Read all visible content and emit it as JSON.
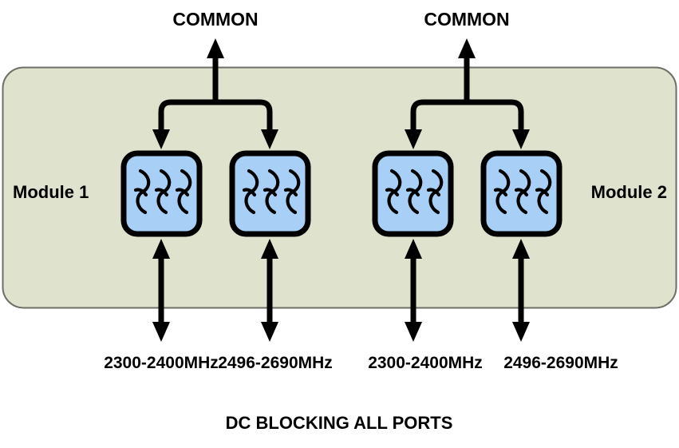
{
  "diagram": {
    "title_footer": "DC BLOCKING ALL PORTS",
    "panel": {
      "fill": "#DFE2CC",
      "stroke": "#6E6E66"
    },
    "filter_box": {
      "fill": "#A8CFF5",
      "stroke": "#000000",
      "icon": "filter-coil-icon"
    },
    "modules": [
      {
        "name": "Module 1",
        "common_label": "COMMON",
        "branches": [
          {
            "band_label": "2300-2400MHz"
          },
          {
            "band_label": "2496-2690MHz"
          }
        ]
      },
      {
        "name": "Module 2",
        "common_label": "COMMON",
        "branches": [
          {
            "band_label": "2300-2400MHz"
          },
          {
            "band_label": "2496-2690MHz"
          }
        ]
      }
    ]
  }
}
